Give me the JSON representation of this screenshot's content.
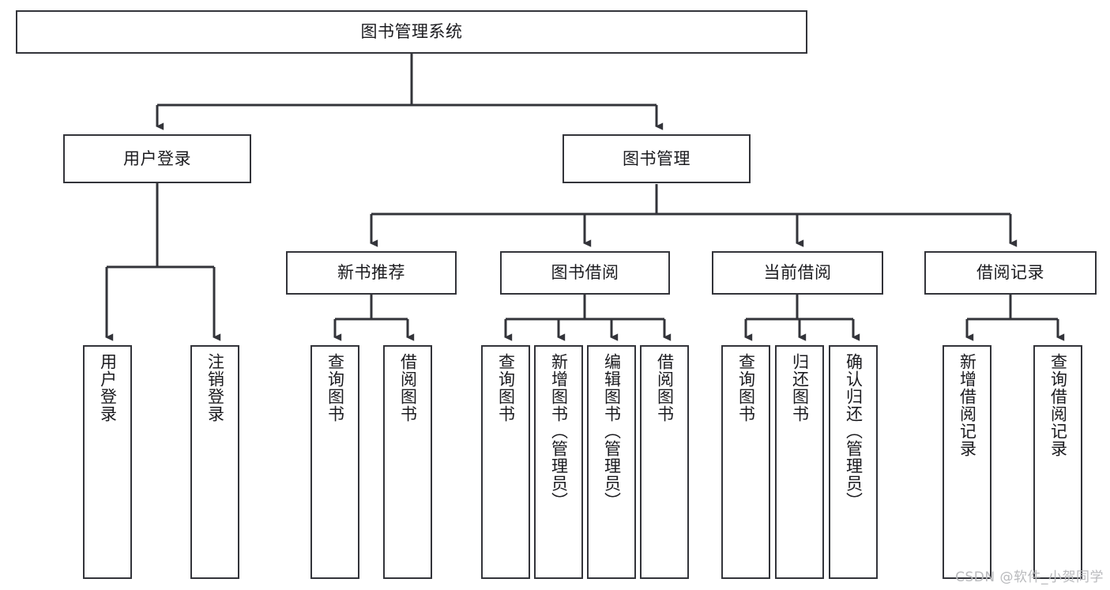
{
  "diagram": {
    "title": "图书管理系统",
    "type": "hierarchy-tree",
    "watermark": "CSDN @软件_小贺同学",
    "colors": {
      "stroke": "#33343a",
      "fill": "#ffffff",
      "text": "#1b1b1f",
      "watermark": "#b9babd"
    },
    "levels": {
      "root": {
        "label": "图书管理系统"
      },
      "level2": [
        {
          "label": "用户登录"
        },
        {
          "label": "图书管理"
        }
      ],
      "level3": [
        {
          "label": "新书推荐"
        },
        {
          "label": "图书借阅"
        },
        {
          "label": "当前借阅"
        },
        {
          "label": "借阅记录"
        }
      ],
      "leaves": {
        "user_login": [
          {
            "label": "用户登录"
          },
          {
            "label": "注销登录"
          }
        ],
        "new_book_recommend": [
          {
            "label": "查询图书"
          },
          {
            "label": "借阅图书"
          }
        ],
        "book_borrow": [
          {
            "label": "查询图书"
          },
          {
            "label": "新增图书（管理员）"
          },
          {
            "label": "编辑图书（管理员）"
          },
          {
            "label": "借阅图书"
          }
        ],
        "current_borrow": [
          {
            "label": "查询图书"
          },
          {
            "label": "归还图书"
          },
          {
            "label": "确认归还（管理员）"
          }
        ],
        "borrow_record": [
          {
            "label": "新增借阅记录"
          },
          {
            "label": "查询借阅记录"
          }
        ]
      }
    }
  }
}
